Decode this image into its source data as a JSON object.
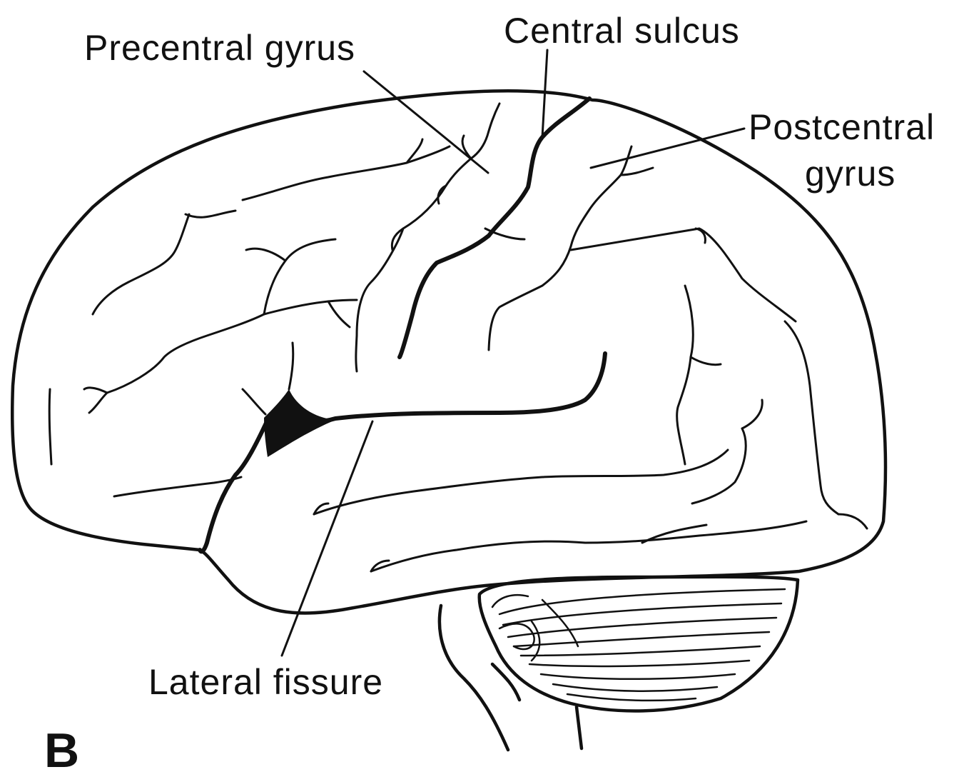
{
  "labels": {
    "precentral_gyrus": "Precentral gyrus",
    "central_sulcus": "Central sulcus",
    "postcentral_gyrus_line1": "Postcentral",
    "postcentral_gyrus_line2": "gyrus",
    "lateral_fissure": "Lateral fissure"
  },
  "panel_letter": "B",
  "colors": {
    "ink": "#111111",
    "background": "#ffffff"
  }
}
